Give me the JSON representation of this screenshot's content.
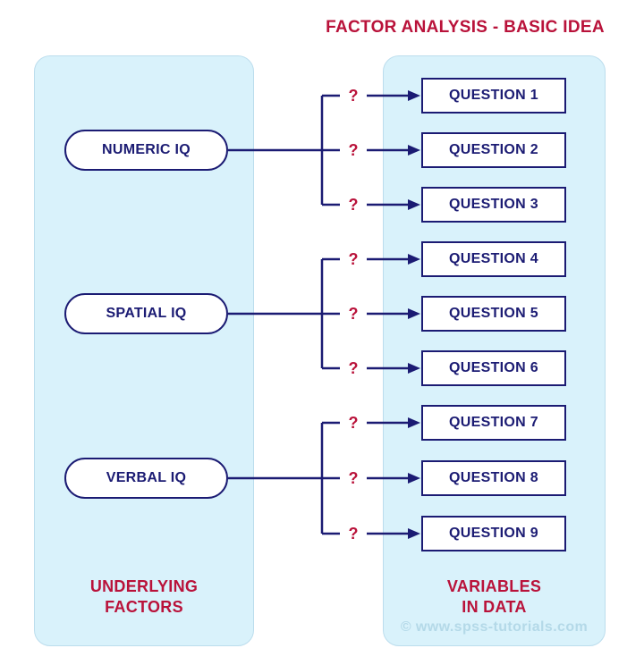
{
  "title": {
    "text": "FACTOR ANALYSIS - BASIC IDEA"
  },
  "left_panel": {
    "caption": {
      "line1": "UNDERLYING",
      "line2": "FACTORS"
    },
    "factors": [
      {
        "label": "NUMERIC IQ"
      },
      {
        "label": "SPATIAL IQ"
      },
      {
        "label": "VERBAL IQ"
      }
    ]
  },
  "right_panel": {
    "caption": {
      "line1": "VARIABLES",
      "line2": "IN DATA"
    },
    "questions": [
      {
        "label": "QUESTION 1"
      },
      {
        "label": "QUESTION 2"
      },
      {
        "label": "QUESTION 3"
      },
      {
        "label": "QUESTION 4"
      },
      {
        "label": "QUESTION 5"
      },
      {
        "label": "QUESTION 6"
      },
      {
        "label": "QUESTION 7"
      },
      {
        "label": "QUESTION 8"
      },
      {
        "label": "QUESTION 9"
      }
    ],
    "watermark": "© www.spss-tutorials.com"
  },
  "connectors": {
    "question_mark": "?",
    "mapping": [
      {
        "factor": "NUMERIC IQ",
        "questions": [
          "QUESTION 1",
          "QUESTION 2",
          "QUESTION 3"
        ]
      },
      {
        "factor": "SPATIAL IQ",
        "questions": [
          "QUESTION 4",
          "QUESTION 5",
          "QUESTION 6"
        ]
      },
      {
        "factor": "VERBAL IQ",
        "questions": [
          "QUESTION 7",
          "QUESTION 8",
          "QUESTION 9"
        ]
      }
    ]
  },
  "colors": {
    "accent_red": "#b9123a",
    "line_navy": "#1b1b73",
    "panel_fill": "#d9f2fb",
    "box_fill": "#ffffff"
  }
}
